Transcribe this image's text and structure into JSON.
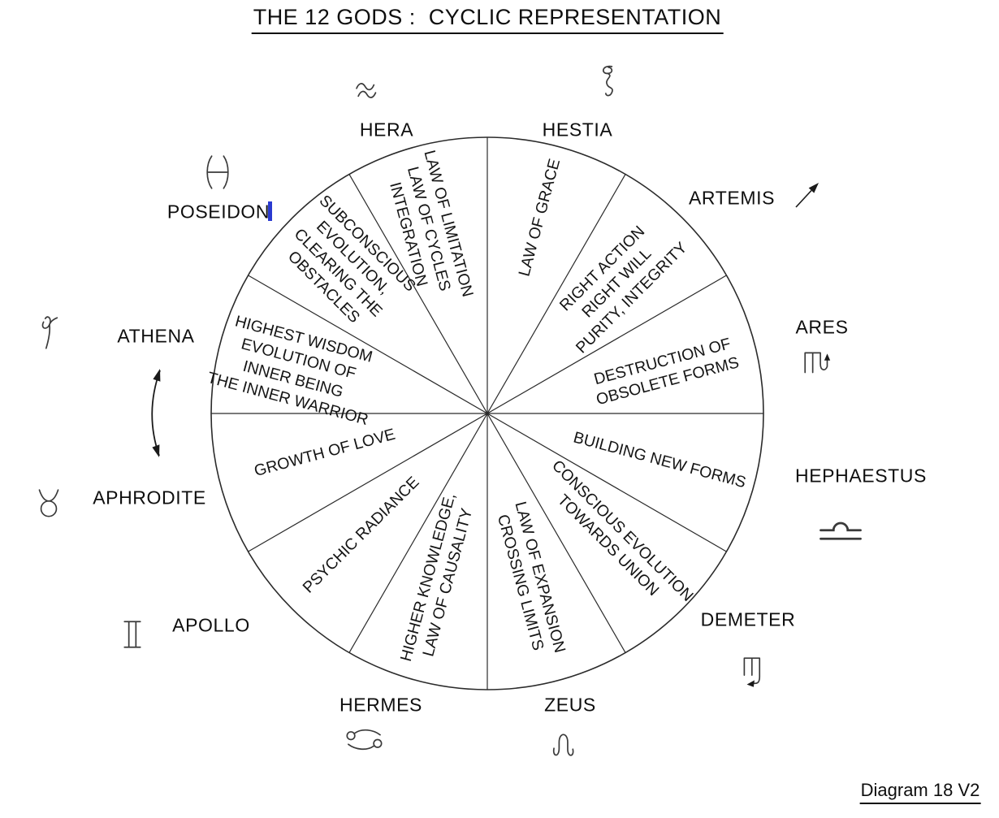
{
  "title": "THE 12 GODS :  CYCLIC REPRESENTATION",
  "footer": "Diagram 18 V2",
  "colors": {
    "background": "#ffffff",
    "line": "#2b2b2b",
    "text": "#0e0e0e",
    "caret": "#2a3ad0"
  },
  "wheel": {
    "sectors": [
      {
        "god": "HESTIA",
        "icon": "capricorn-icon",
        "text": "LAW OF GRACE"
      },
      {
        "god": "ARTEMIS",
        "icon": "sagittarius-arrow-icon",
        "text": "RIGHT ACTION\nRIGHT WILL\nPURITY, INTEGRITY"
      },
      {
        "god": "ARES",
        "icon": "scorpio-icon",
        "text": "DESTRUCTION OF\nOBSOLETE FORMS"
      },
      {
        "god": "HEPHAESTUS",
        "icon": "libra-icon",
        "text": "BUILDING NEW FORMS"
      },
      {
        "god": "DEMETER",
        "icon": "virgo-icon",
        "text": "CONSCIOUS EVOLUTION\nTOWARDS UNION"
      },
      {
        "god": "ZEUS",
        "icon": "leo-icon",
        "text": "LAW OF EXPANSION\nCROSSING LIMITS"
      },
      {
        "god": "HERMES",
        "icon": "cancer-icon",
        "text": "HIGHER KNOWLEDGE,\nLAW OF CAUSALITY"
      },
      {
        "god": "APOLLO",
        "icon": "gemini-icon",
        "text": "PSYCHIC RADIANCE"
      },
      {
        "god": "APHRODITE",
        "icon": "taurus-icon",
        "text": "GROWTH OF LOVE"
      },
      {
        "god": "ATHENA",
        "icon": "aries-icon",
        "text": "HIGHEST WISDOM\nEVOLUTION OF\nINNER BEING\nTHE INNER WARRIOR"
      },
      {
        "god": "POSEIDON",
        "icon": "pisces-icon",
        "text": "SUBCONSCIOUS\nEVOLUTION,\nCLEARING THE\nOBSTACLES"
      },
      {
        "god": "HERA",
        "icon": "aquarius-icon",
        "text": "LAW OF LIMITATION\nLAW OF CYCLES\nINTEGRATION"
      }
    ]
  }
}
